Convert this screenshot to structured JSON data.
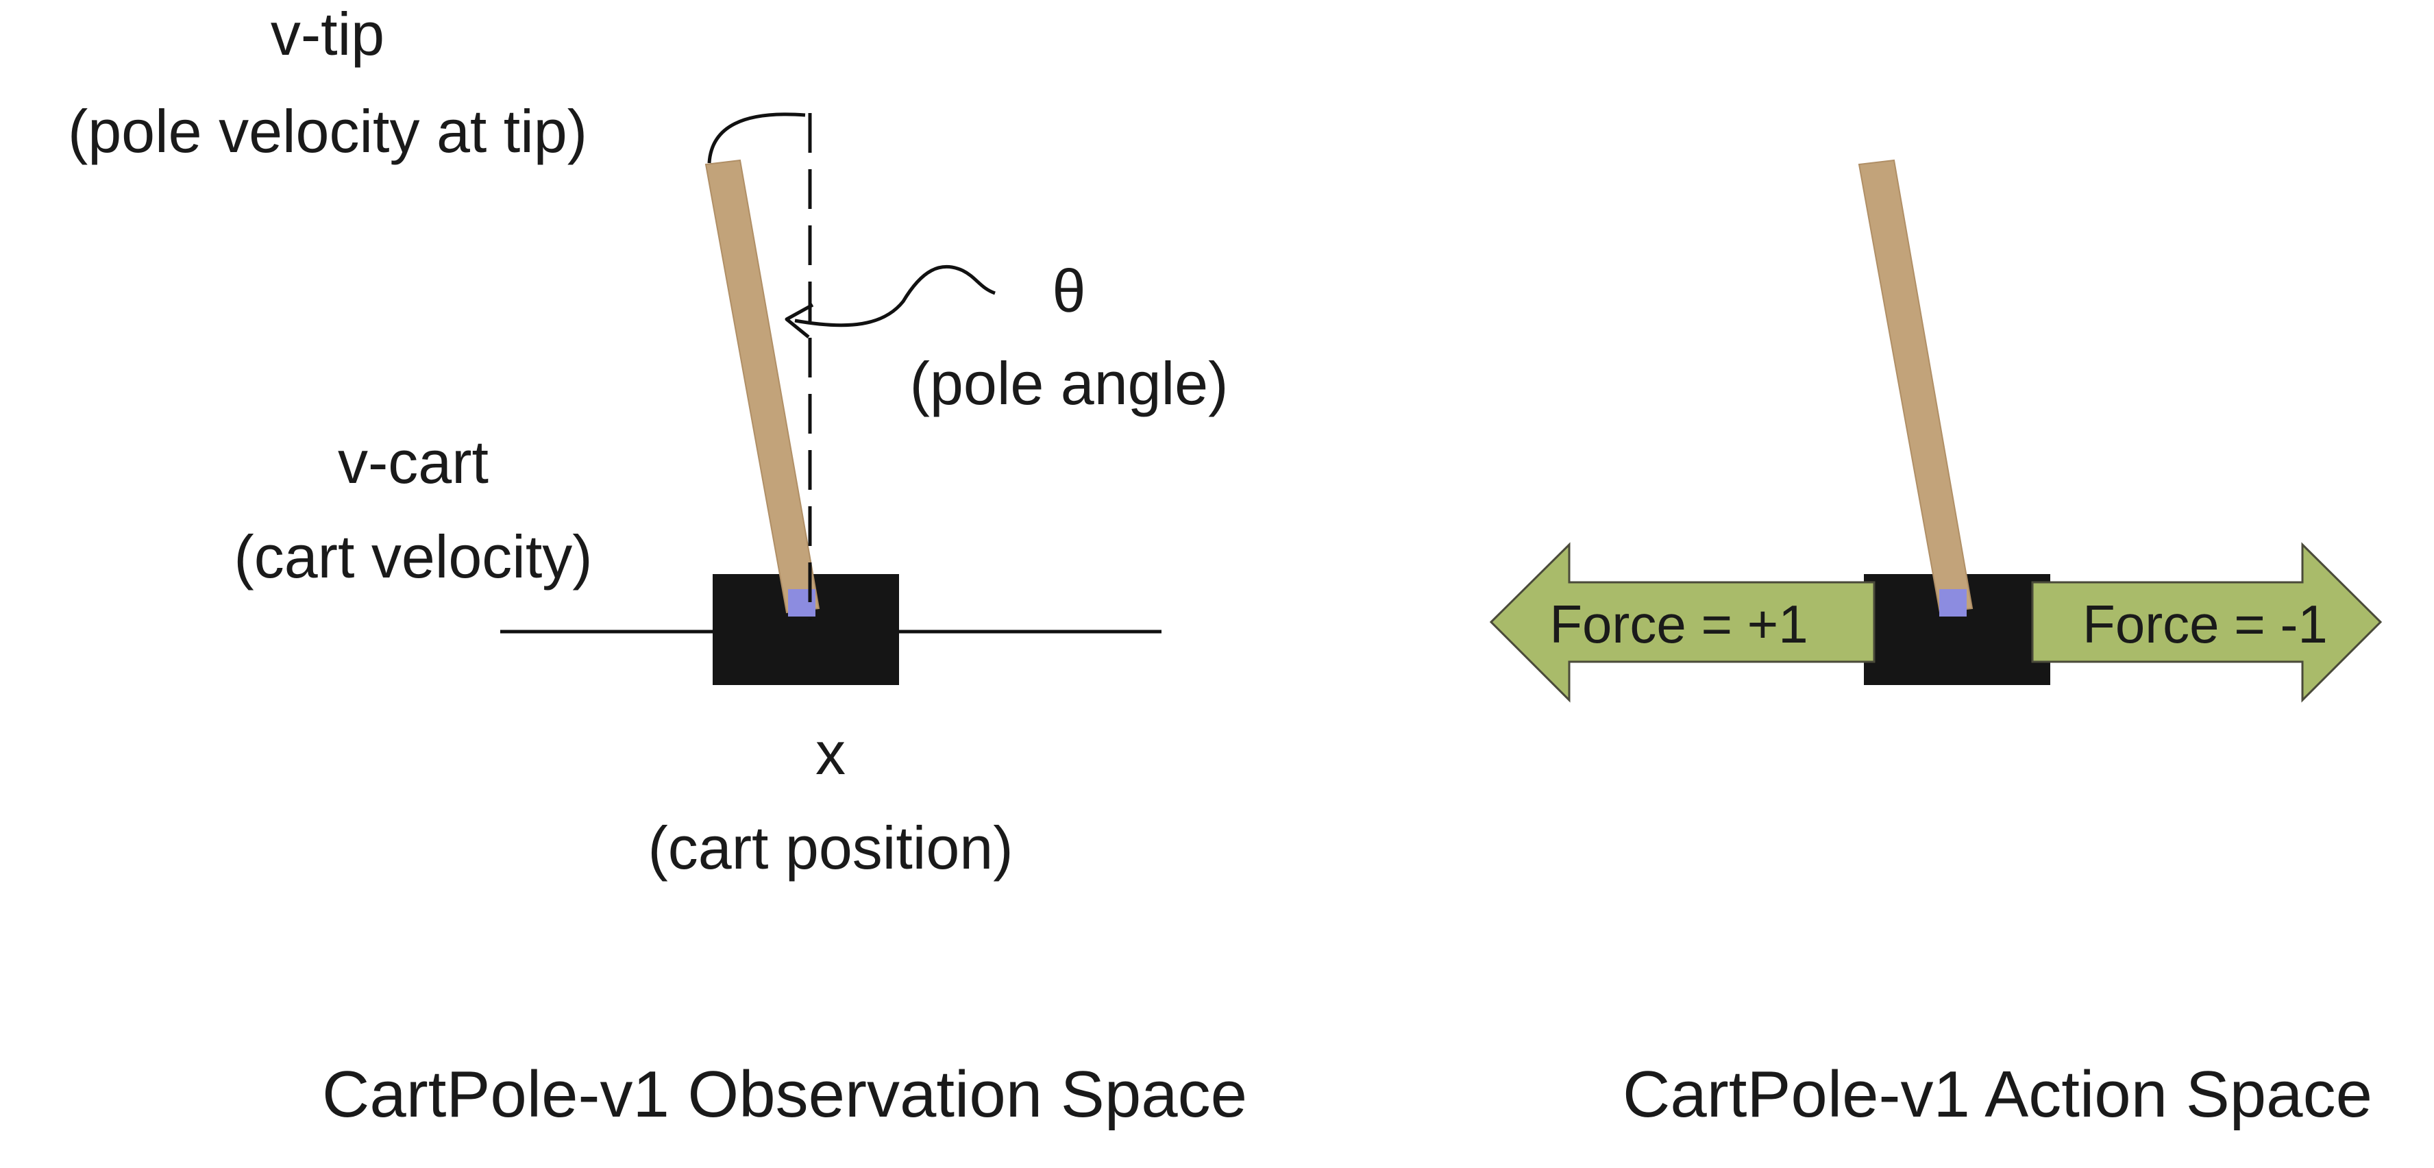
{
  "observation": {
    "v_tip": {
      "name": "v-tip",
      "desc": "(pole velocity at tip)"
    },
    "theta": {
      "name": "θ",
      "desc": "(pole angle)"
    },
    "v_cart": {
      "name": "v-cart",
      "desc": "(cart velocity)"
    },
    "x": {
      "name": "x",
      "desc": "(cart position)"
    },
    "caption": "CartPole-v1 Observation Space"
  },
  "action": {
    "left_arrow_label": "Force = +1",
    "right_arrow_label": "Force = -1",
    "caption": "CartPole-v1 Action Space"
  },
  "colors": {
    "pole": "#c2a37a",
    "cart": "#151515",
    "pivot": "#8c8ce0",
    "arrow_fill": "#a9bb6a",
    "arrow_stroke": "#4a4a3a",
    "line": "#111111"
  }
}
